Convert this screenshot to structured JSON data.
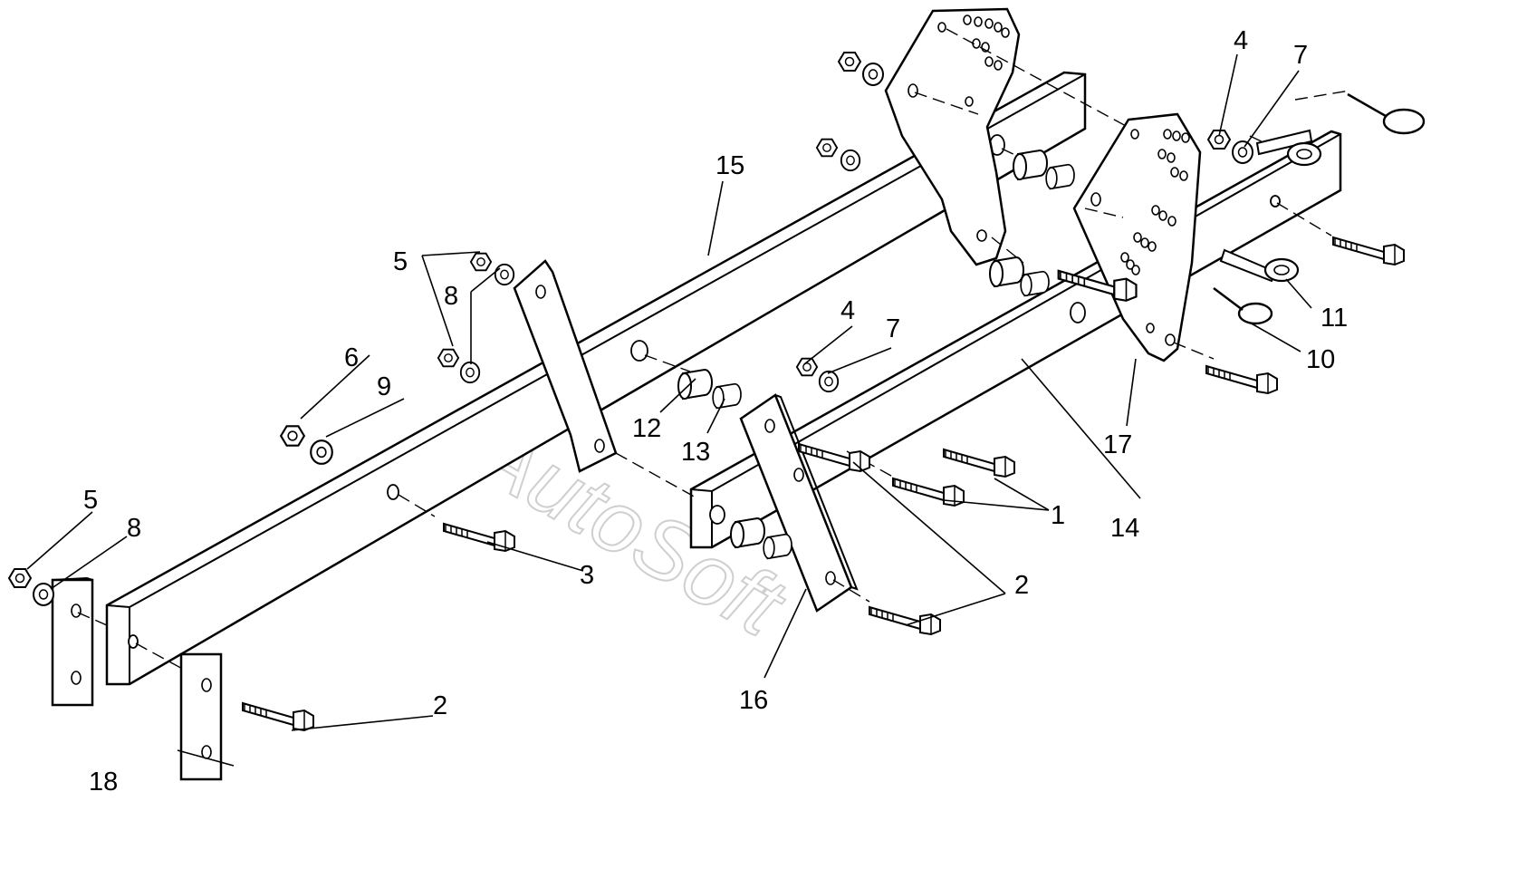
{
  "diagram": {
    "watermark": "AutoSoft",
    "callouts": {
      "c1": "1",
      "c2a": "2",
      "c2b": "2",
      "c3": "3",
      "c4a": "4",
      "c4b": "4",
      "c5a": "5",
      "c5b": "5",
      "c6": "6",
      "c7a": "7",
      "c7b": "7",
      "c8a": "8",
      "c8b": "8",
      "c9": "9",
      "c10": "10",
      "c11": "11",
      "c12": "12",
      "c13": "13",
      "c14": "14",
      "c15": "15",
      "c16": "16",
      "c17": "17",
      "c18": "18"
    }
  }
}
